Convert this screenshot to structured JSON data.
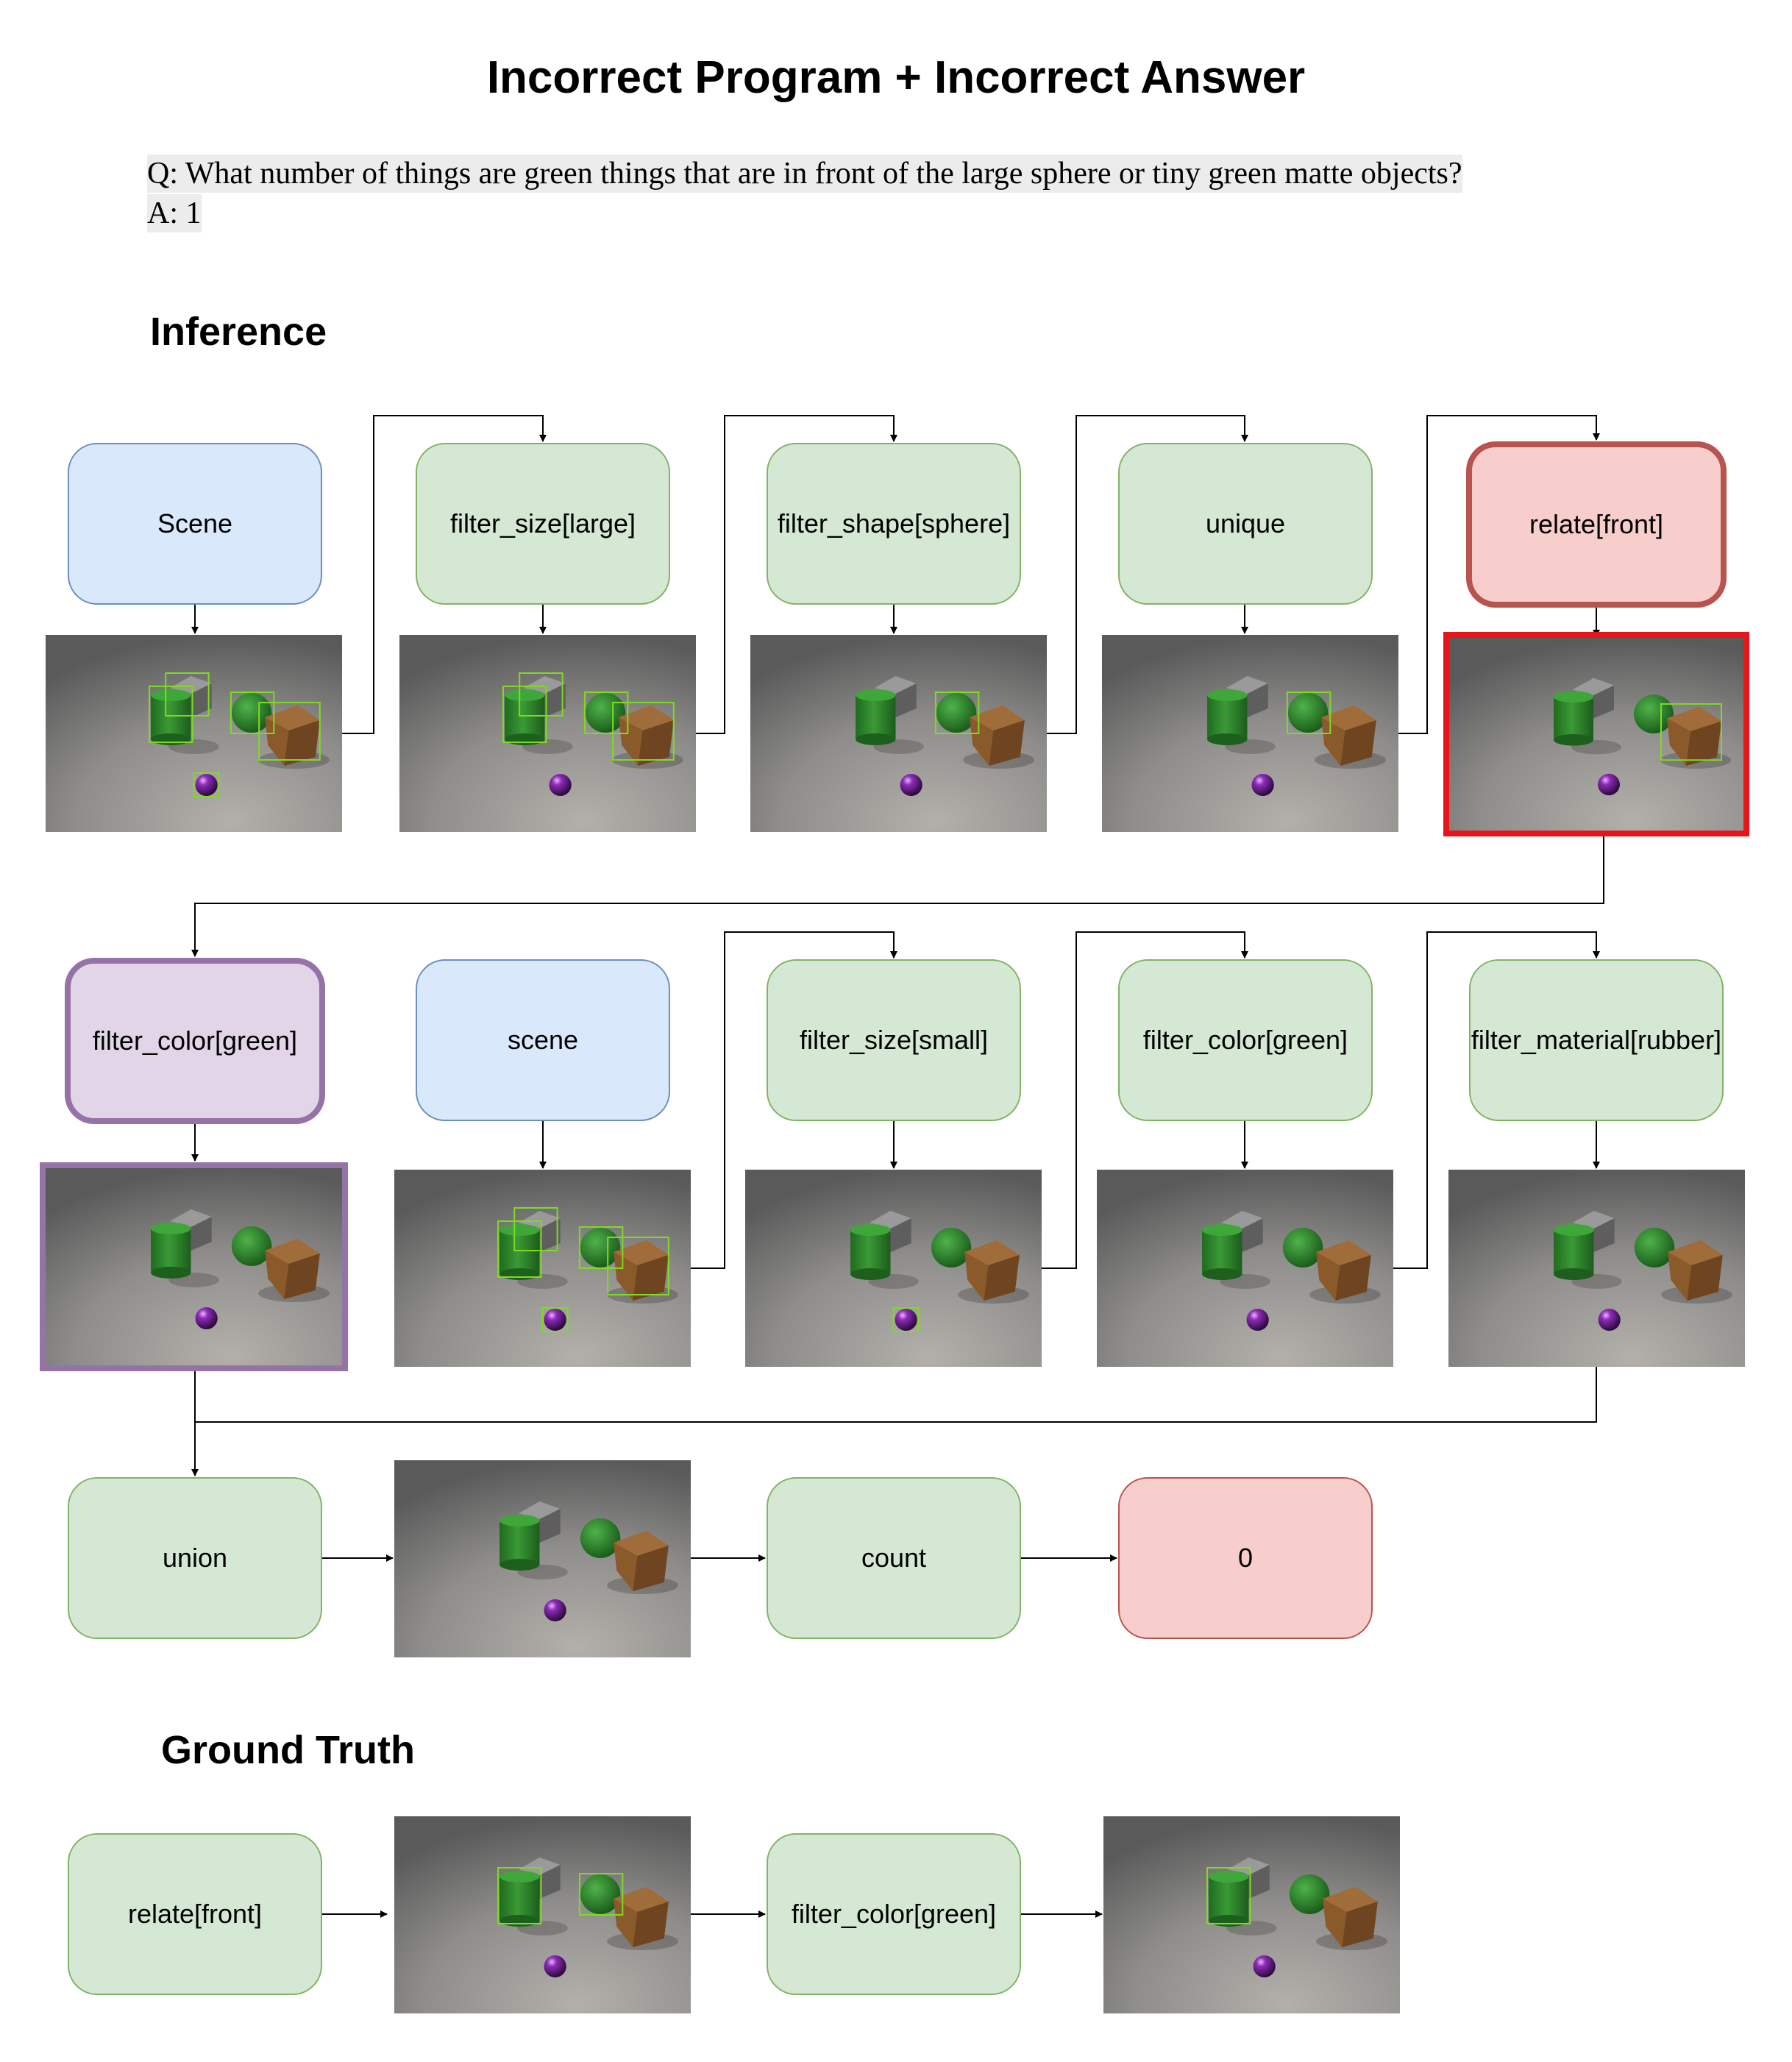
{
  "title": "Incorrect Program + Incorrect Answer",
  "question": "Q: What number of things are green things that are in front of the large sphere or tiny green matte objects?",
  "answer": "A: 1",
  "inference": {
    "heading": "Inference",
    "row1": [
      "Scene",
      "filter_size[large]",
      "filter_shape[sphere]",
      "unique",
      "relate[front]"
    ],
    "row2": [
      "filter_color[green]",
      "scene",
      "filter_size[small]",
      "filter_color[green]",
      "filter_material[rubber]"
    ],
    "row3": [
      "union",
      "count",
      "0"
    ]
  },
  "ground_truth": {
    "heading": "Ground Truth",
    "nodes": [
      "relate[front]",
      "filter_color[green]"
    ]
  },
  "colors": {
    "scene_fill": "#dae8fc",
    "module_fill": "#d5e8d4",
    "error_fill": "#f8cecc",
    "error_border": "#b85450",
    "highlight_fill": "#e1d5e7",
    "highlight_border": "#9673a6",
    "wrong_attention_frame": "#e8141a",
    "detection_box": "#7ddc1f"
  }
}
